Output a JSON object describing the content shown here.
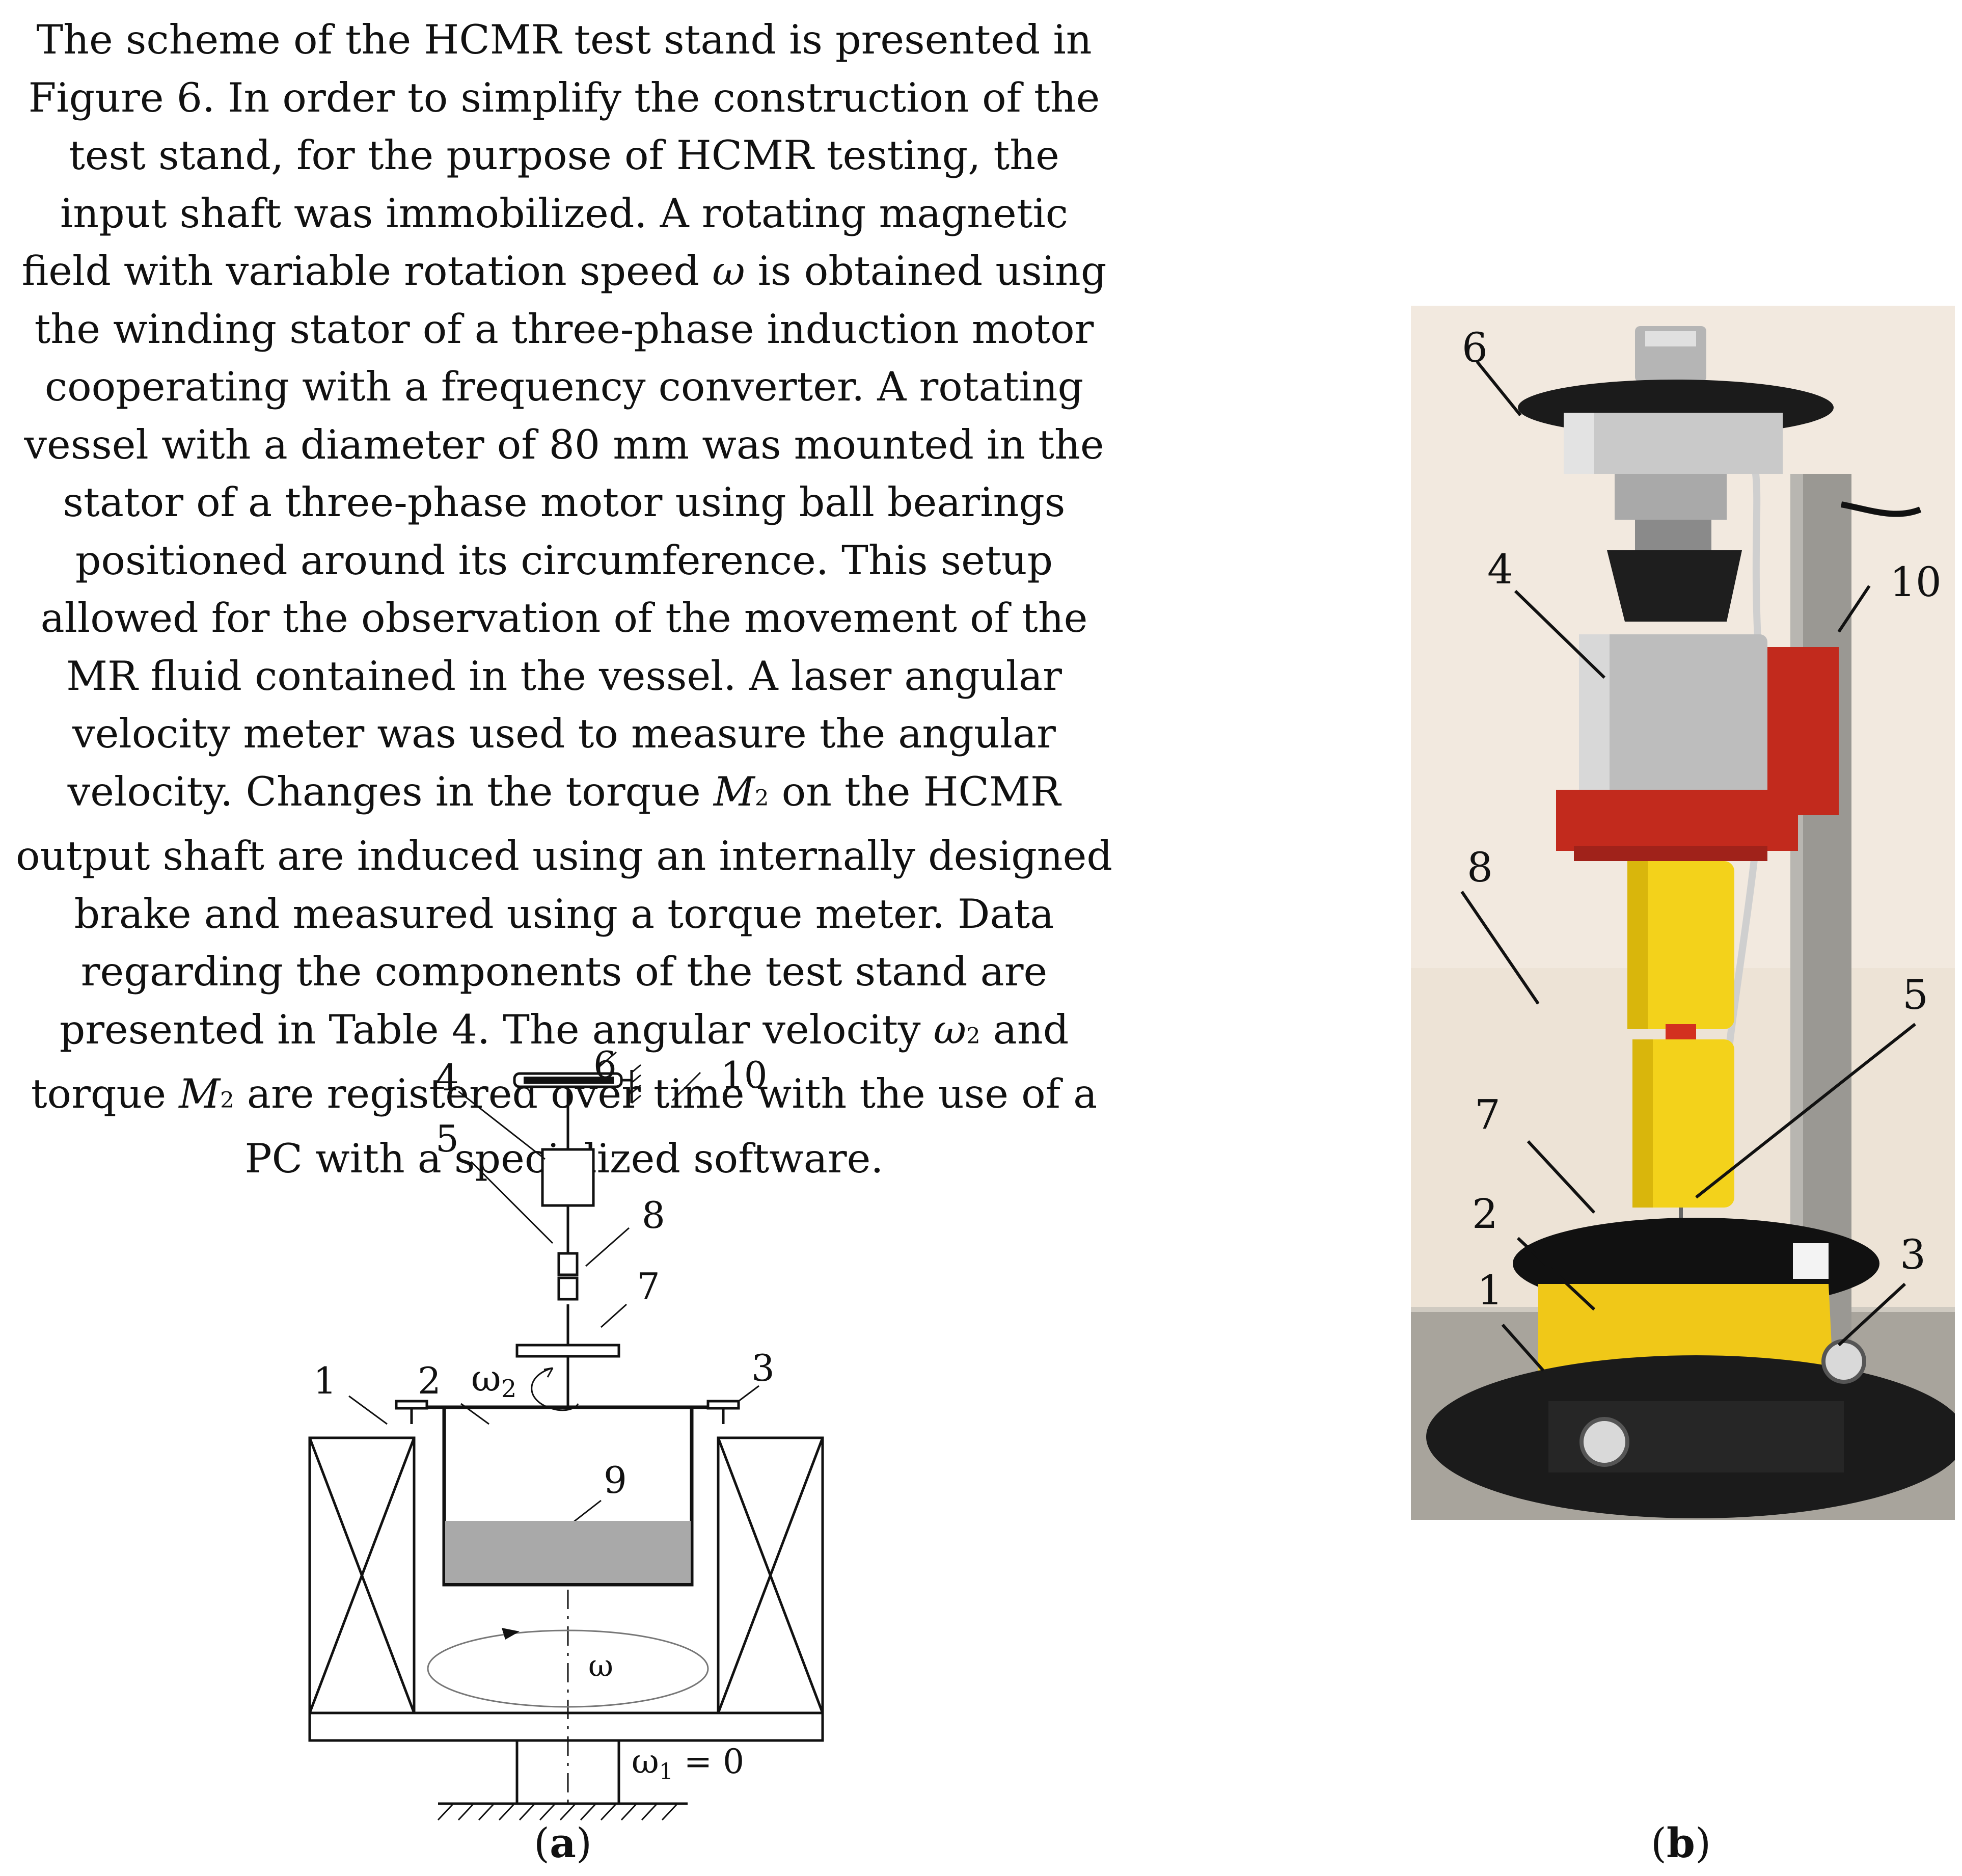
{
  "paragraph": {
    "segments": [
      {
        "t": "The scheme of the HCMR test stand is presented in Figure 6. In order to simplify the construction of the test stand, for the purpose of HCMR testing, the input shaft was immobilized. A rotating magnetic field with variable rotation speed "
      },
      {
        "t": "ω",
        "i": true
      },
      {
        "t": " is obtained using the winding stator of a three-phase induction motor cooperating with a frequency converter. A rotating vessel with a diameter of 80 mm was mounted in the stator of a three-phase motor using ball bearings positioned around its circumference. This setup allowed for the observation of the movement of the MR fluid contained in the vessel. A laser angular velocity meter was used to measure the angular velocity. Changes in the torque "
      },
      {
        "t": "M",
        "i": true
      },
      {
        "t": "2",
        "sub": true
      },
      {
        "t": " on the HCMR output shaft are induced using an internally designed brake and measured using a torque meter. Data regarding the components of the test stand are presented in Table 4. The angular velocity "
      },
      {
        "t": "ω",
        "i": true
      },
      {
        "t": "2",
        "sub": true
      },
      {
        "t": " and torque "
      },
      {
        "t": "M",
        "i": true
      },
      {
        "t": "2",
        "sub": true
      },
      {
        "t": " are registered over time with the use of a PC with a specialized software."
      }
    ]
  },
  "scheme": {
    "labels": {
      "l1": "1",
      "l2": "2",
      "l3": "3",
      "l4": "4",
      "l5": "5",
      "l6": "6",
      "l7": "7",
      "l8": "8",
      "l9": "9",
      "l10": "10",
      "omega2_sym": "ω",
      "omega2_sub": "2",
      "omega": "ω",
      "omega1_sym": "ω",
      "omega1_sub": "1",
      "omega1_eq": " = 0"
    },
    "caption": {
      "open": "(",
      "letter": "a",
      "close": ")"
    }
  },
  "photo": {
    "labels": {
      "l6": "6",
      "l4": "4",
      "l10": "10",
      "l8": "8",
      "l5": "5",
      "l7": "7",
      "l2": "2",
      "l3": "3",
      "l1": "1"
    },
    "caption": {
      "open": "(",
      "letter": "b",
      "close": ")"
    }
  }
}
